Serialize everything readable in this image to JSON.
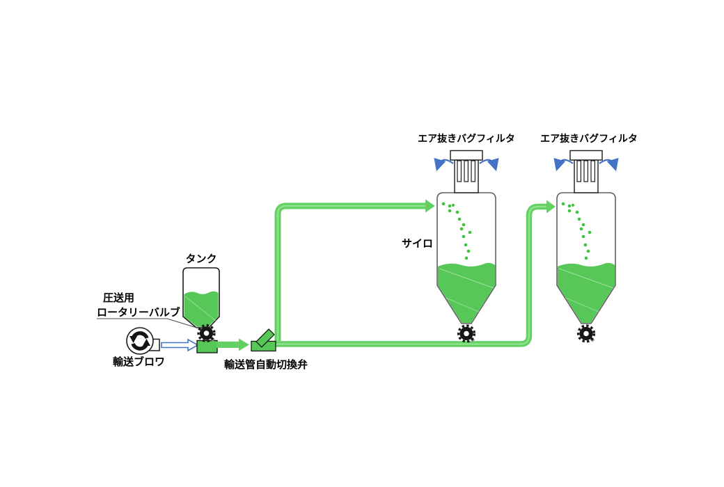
{
  "diagram": {
    "kind": "process-flow-diagram",
    "components": {
      "blower": {
        "label": "輸送ブロワ"
      },
      "pressure_rotary_valve": {
        "label_line1": "圧送用",
        "label_line2": "ロータリーバルブ"
      },
      "tank": {
        "label": "タンク"
      },
      "diverter_valve": {
        "label": "輸送管自動切換弁"
      },
      "silo_1": {
        "label": "サイロ"
      },
      "silo_2": {
        "label": ""
      },
      "bag_filter_1": {
        "label": "エア抜きバグフィルタ"
      },
      "bag_filter_2": {
        "label": "エア抜きバグフィルタ"
      }
    },
    "colors": {
      "material_green": "#57c757",
      "pipe_green": "#62d162",
      "pipe_highlight": "#8fe08f",
      "outline_black": "#1a1a1a",
      "silo_outline": "#5f5f5f",
      "accent_blue": "#4472c4",
      "gear_black": "#161616",
      "text": "#000000",
      "background": "#ffffff"
    }
  }
}
